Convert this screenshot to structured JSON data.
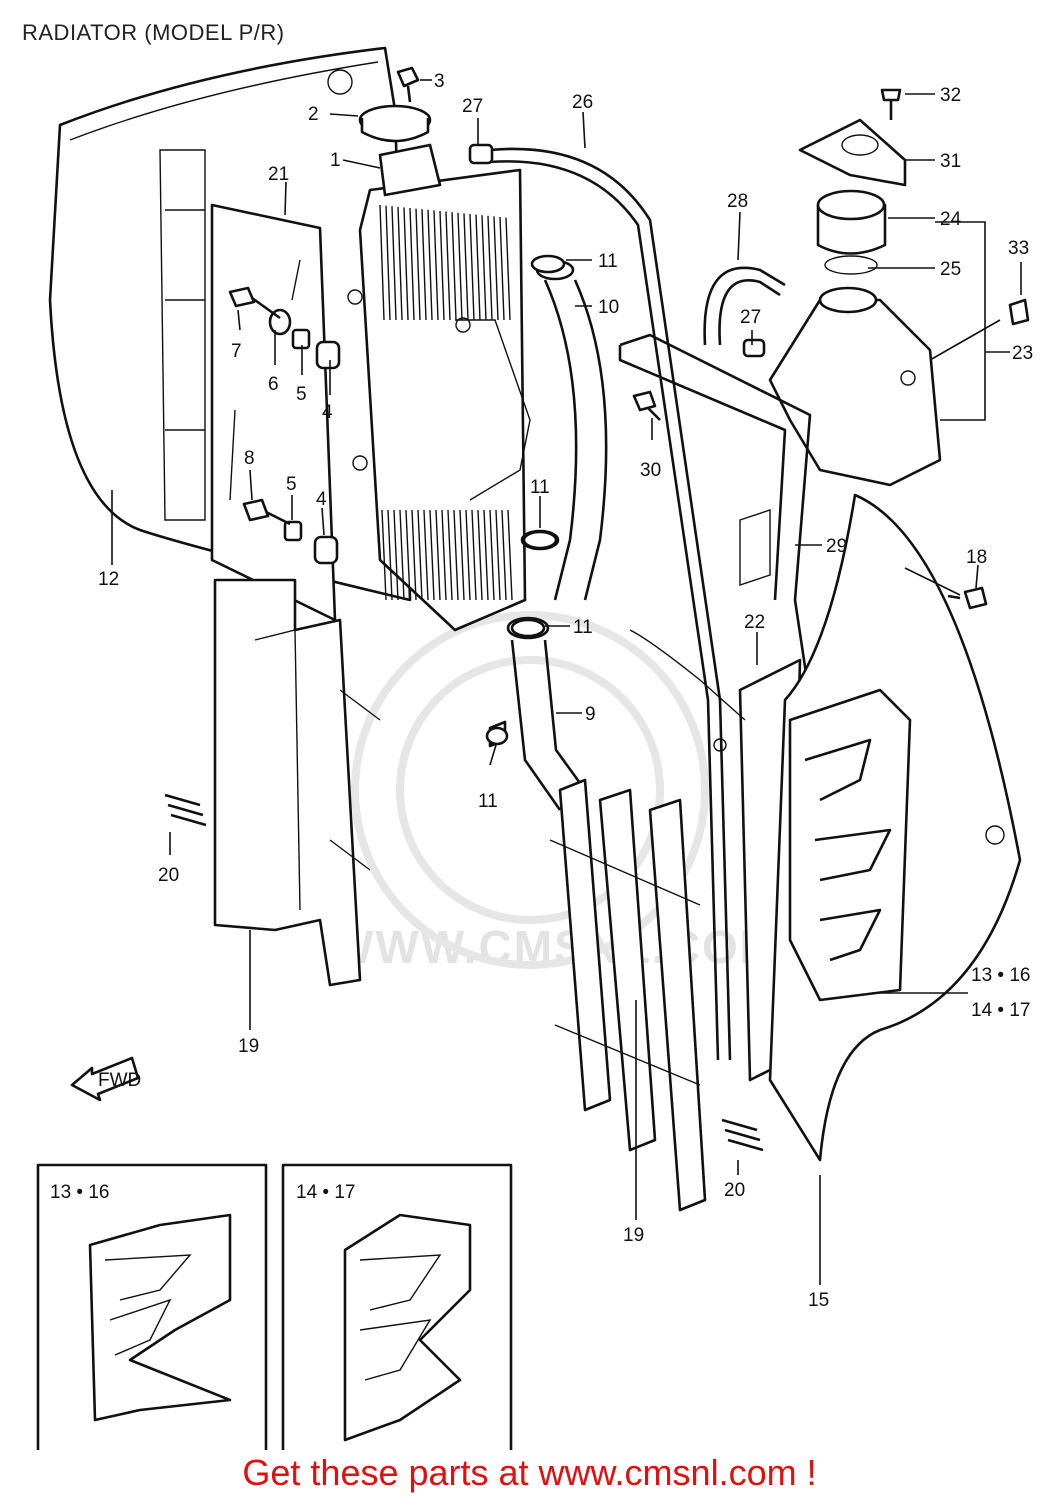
{
  "title": "RADIATOR (MODEL P/R)",
  "watermark": "WWW.CMSNL.COM",
  "promo_link": "Get these parts at www.cmsnl.com !",
  "fwd_arrow_label": "FWD",
  "inset_labels": {
    "left": "13 • 16",
    "right": "14 • 17"
  },
  "callouts": {
    "c1": "1",
    "c2": "2",
    "c3": "3",
    "c4a": "4",
    "c4b": "4",
    "c5a": "5",
    "c5b": "5",
    "c6": "6",
    "c7": "7",
    "c8": "8",
    "c9": "9",
    "c10": "10",
    "c11a": "11",
    "c11b": "11",
    "c11c": "11",
    "c11d": "11",
    "c12": "12",
    "c1316": "13 • 16",
    "c1417": "14 • 17",
    "c15": "15",
    "c18": "18",
    "c19a": "19",
    "c19b": "19",
    "c20a": "20",
    "c20b": "20",
    "c21": "21",
    "c22": "22",
    "c23": "23",
    "c24": "24",
    "c25": "25",
    "c26": "26",
    "c27a": "27",
    "c27b": "27",
    "c28": "28",
    "c29": "29",
    "c30": "30",
    "c31": "31",
    "c32": "32",
    "c33": "33"
  }
}
